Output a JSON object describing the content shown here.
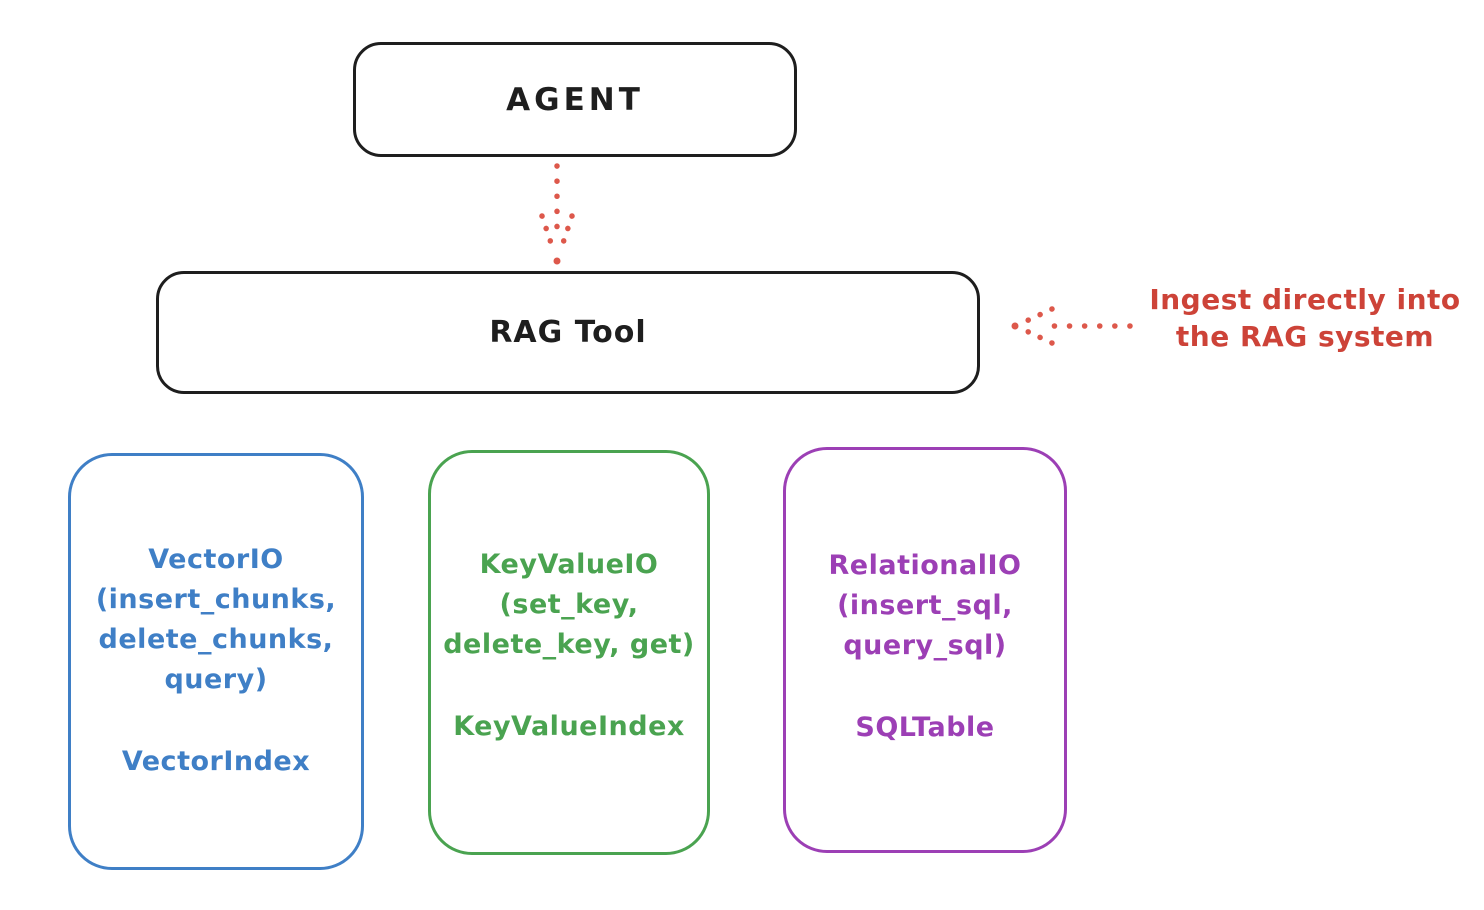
{
  "diagram": {
    "agent": {
      "label": "AGENT"
    },
    "rag_tool": {
      "label": "RAG Tool"
    },
    "annotation": {
      "line1": "Ingest directly into",
      "line2": "the RAG system"
    },
    "boxes": [
      {
        "id": "vector-io",
        "lines": [
          "VectorIO",
          "(insert_chunks,",
          "delete_chunks,",
          "query)"
        ],
        "footer": "VectorIndex",
        "color": "#3f7fc6"
      },
      {
        "id": "key-value-io",
        "lines": [
          "KeyValueIO",
          "(set_key,",
          "delete_key, get)"
        ],
        "footer": "KeyValueIndex",
        "color": "#4aa350"
      },
      {
        "id": "relational-io",
        "lines": [
          "RelationalIO",
          "(insert_sql,",
          "query_sql)"
        ],
        "footer": "SQLTable",
        "color": "#9c3fb5"
      }
    ],
    "colors": {
      "outline": "#1e1e1e",
      "annotation_red": "#cd4338",
      "arrow_red": "#dd584b",
      "background": "#ffffff"
    }
  }
}
